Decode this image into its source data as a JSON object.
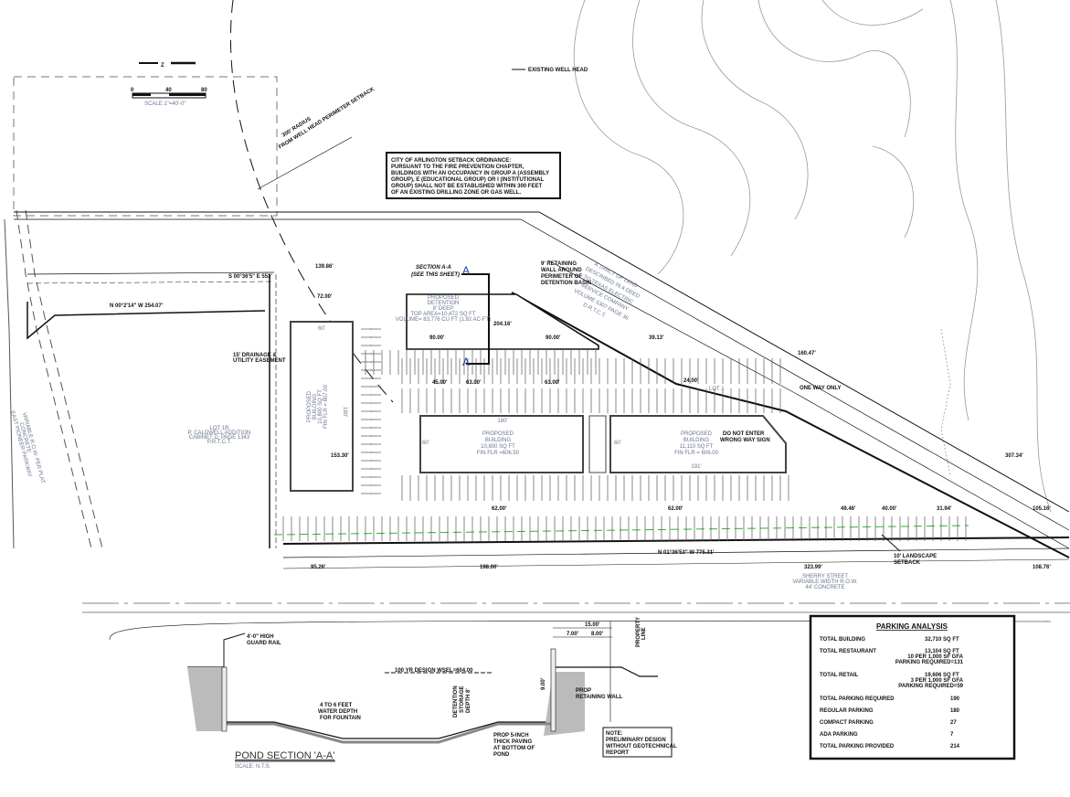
{
  "north_arrow": {
    "label": "Z"
  },
  "scale_bar": {
    "ticks": [
      "0",
      "40",
      "80"
    ],
    "label": "SCALE:1\"=40'-0\""
  },
  "existing_well_head": "EXISTING WELL HEAD",
  "radius_note": [
    "300' RADIUS",
    "FROM WELL HEAD PERIMETER SETBACK"
  ],
  "setback_ordinance": [
    "CITY OF ARLINGTON SETBACK ORDINANCE:",
    "PURSUANT TO THE FIRE PREVENTION CHAPTER,",
    "BUILDINGS WITH AN OCCUPANCY IN GROUP A (ASSEMBLY",
    "GROUP), E (EDUCATIONAL GROUP) OR I (INSTITUTIONAL",
    "GROUP) SHALL NOT BE ESTABLISHED WITHIN 300 FEET",
    "OF AN EXISTING DRILLING ZONE OR GAS WELL."
  ],
  "section_marker": {
    "label": "SECTION A-A",
    "sub": "(SEE THIS SHEET)",
    "letter": "A"
  },
  "retaining_wall_note": [
    "9' RETAINING",
    "WALL AROUND",
    "PERIMETER OF",
    "DETENTION BASIN"
  ],
  "tract_note": [
    "A TRACT OF LAND",
    "DESCRIBED IN A DEED",
    "TO TEXAS ELECTRIC",
    "SERVICE COMPANY",
    "VOLUME 5307 PAGE 36",
    "D.R.T.C.T."
  ],
  "detention": [
    "PROPOSED",
    "DETENTION",
    "8' DEEP",
    "TOP AREA=10,472 SQ FT",
    "VOLUME= 83,776 CU FT (1.92 AC-FT)"
  ],
  "drainage_easement": [
    "15' DRAINAGE &",
    "UTILITY EASEMENT"
  ],
  "lot_note": [
    "LOT 1R",
    "P. CALDWELL ADDITION",
    "CABINET D, PAGE 1343",
    "P.R.T.C.T."
  ],
  "street_west": [
    "EAST PIONEER PARKWAY",
    "VARIABLE R.O.W. PER PLAT",
    "CONCRETE"
  ],
  "street_south": [
    "SHERRY STREET",
    "VARIABLE WIDTH R.O.W.",
    "44' CONCRETE"
  ],
  "buildings": [
    {
      "lines": [
        "PROPOSED",
        "BUILDING",
        "10,800 SQ FT",
        "FIN FLR = 607.00"
      ],
      "dims": [
        "60'",
        "180'"
      ]
    },
    {
      "lines": [
        "PROPOSED",
        "BUILDING",
        "10,800 SQ FT",
        "FIN FLR =606.50"
      ],
      "dims": [
        "180'",
        "60'"
      ]
    },
    {
      "lines": [
        "PROPOSED",
        "BUILDING",
        "11,110 SQ FT",
        "FIN FLR = 606.00"
      ],
      "dims": [
        "191'",
        "60'"
      ]
    }
  ],
  "lot_label": "LOT 1",
  "one_way": "ONE WAY ONLY",
  "do_not_enter": [
    "DO NOT ENTER",
    "WRONG WAY SIGN"
  ],
  "landscape_setback": [
    "10' LANDSCAPE",
    "SETBACK"
  ],
  "dimensions": [
    "139.86'",
    "72.00'",
    "90.00'",
    "90.00'",
    "39.13'",
    "204.16'",
    "63.00'",
    "63.00'",
    "45.00'",
    "24.00'",
    "62.00'",
    "62.00'",
    "40.00'",
    "31.94'",
    "49.46'",
    "105.16'",
    "307.34'",
    "160.47'",
    "323.99'",
    "108.76'",
    "198.00'",
    "95.26'",
    "153.30'",
    "N 00°2'14\" W 254.07'",
    "S 00°36'5\" E 553'",
    "N 01°36'53\" W 775.31'"
  ],
  "pond_section": {
    "title": "POND SECTION 'A-A'",
    "scale": "SCALE: N.T.S.",
    "guard_rail": [
      "4'-0\" HIGH",
      "GUARD RAIL"
    ],
    "wsel": "100 YR DESIGN WSEL=604.00",
    "water_depth": [
      "4 TO 6 FEET",
      "WATER DEPTH",
      "FOR FOUNTAIN"
    ],
    "storage": [
      "DETENTION",
      "STORAGE",
      "DEPTH 8'"
    ],
    "paving": [
      "PROP 5-INCH",
      "THICK PAVING",
      "AT BOTTOM OF",
      "POND"
    ],
    "retaining_wall": [
      "PROP",
      "RETAINING WALL"
    ],
    "dims": [
      "15.00'",
      "7.00'",
      "8.00'",
      "9.00'"
    ],
    "property_line": [
      "PROPERTY",
      "LINE"
    ],
    "note": [
      "NOTE:",
      "PRELIMINARY DESIGN",
      "WITHOUT GEOTECHNICAL",
      "REPORT"
    ]
  },
  "parking_analysis": {
    "title": "PARKING ANALYSIS",
    "rows": [
      {
        "label": "TOTAL BUILDING",
        "value": "32,710 SQ FT"
      },
      {
        "label": "TOTAL RESTAURANT",
        "value": "13,104 SQ FT",
        "sub": [
          "10 PER 1,000 SF GFA",
          "PARKING REQUIRED=131"
        ]
      },
      {
        "label": "TOTAL RETAIL",
        "value": "19,606 SQ FT",
        "sub": [
          "3 PER 1,000 SF GFA",
          "PARKING REQUIRED=59"
        ]
      },
      {
        "label": "TOTAL PARKING REQUIRED",
        "value": "190"
      },
      {
        "label": "REGULAR PARKING",
        "value": "180"
      },
      {
        "label": "COMPACT PARKING",
        "value": "27"
      },
      {
        "label": "ADA PARKING",
        "value": "7"
      },
      {
        "label": "TOTAL PARKING PROVIDED",
        "value": "214"
      }
    ]
  }
}
